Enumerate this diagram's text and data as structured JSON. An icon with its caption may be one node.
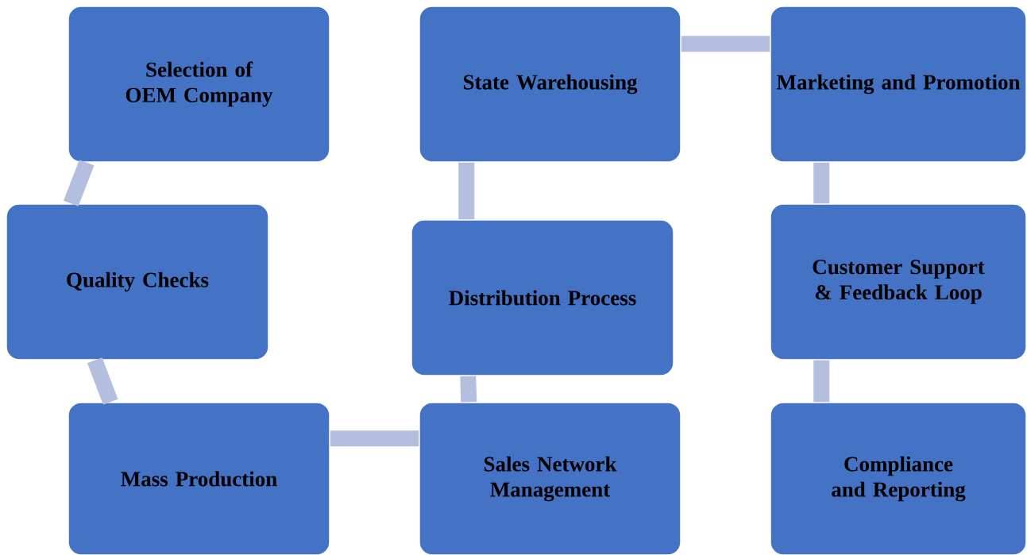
{
  "diagram": {
    "nodes": [
      {
        "text": [
          "Selection of OEM Company"
        ]
      },
      {
        "text": [
          "Quality Checks"
        ]
      },
      {
        "text": [
          "Mass Production"
        ]
      },
      {
        "text": [
          "Sales Network Management"
        ]
      },
      {
        "text": [
          "Distribution Process"
        ]
      },
      {
        "text": [
          "State Warehousing"
        ]
      },
      {
        "text": [
          "Marketing and Promotion"
        ]
      },
      {
        "text": [
          "Customer Support & Feedback Loop"
        ]
      },
      {
        "text": [
          "Compliance and Reporting"
        ]
      }
    ],
    "edges": [
      {
        "from": 0,
        "to": 1,
        "arrow": "none"
      },
      {
        "from": 1,
        "to": 2,
        "arrow": "none"
      },
      {
        "from": 2,
        "to": 3,
        "arrow": "none"
      },
      {
        "from": 3,
        "to": 4,
        "arrow": "none"
      },
      {
        "from": 4,
        "to": 5,
        "arrow": "none"
      },
      {
        "from": 5,
        "to": 6,
        "arrow": "none"
      },
      {
        "from": 6,
        "to": 7,
        "arrow": "none"
      },
      {
        "from": 7,
        "to": 8,
        "arrow": "none"
      }
    ]
  }
}
